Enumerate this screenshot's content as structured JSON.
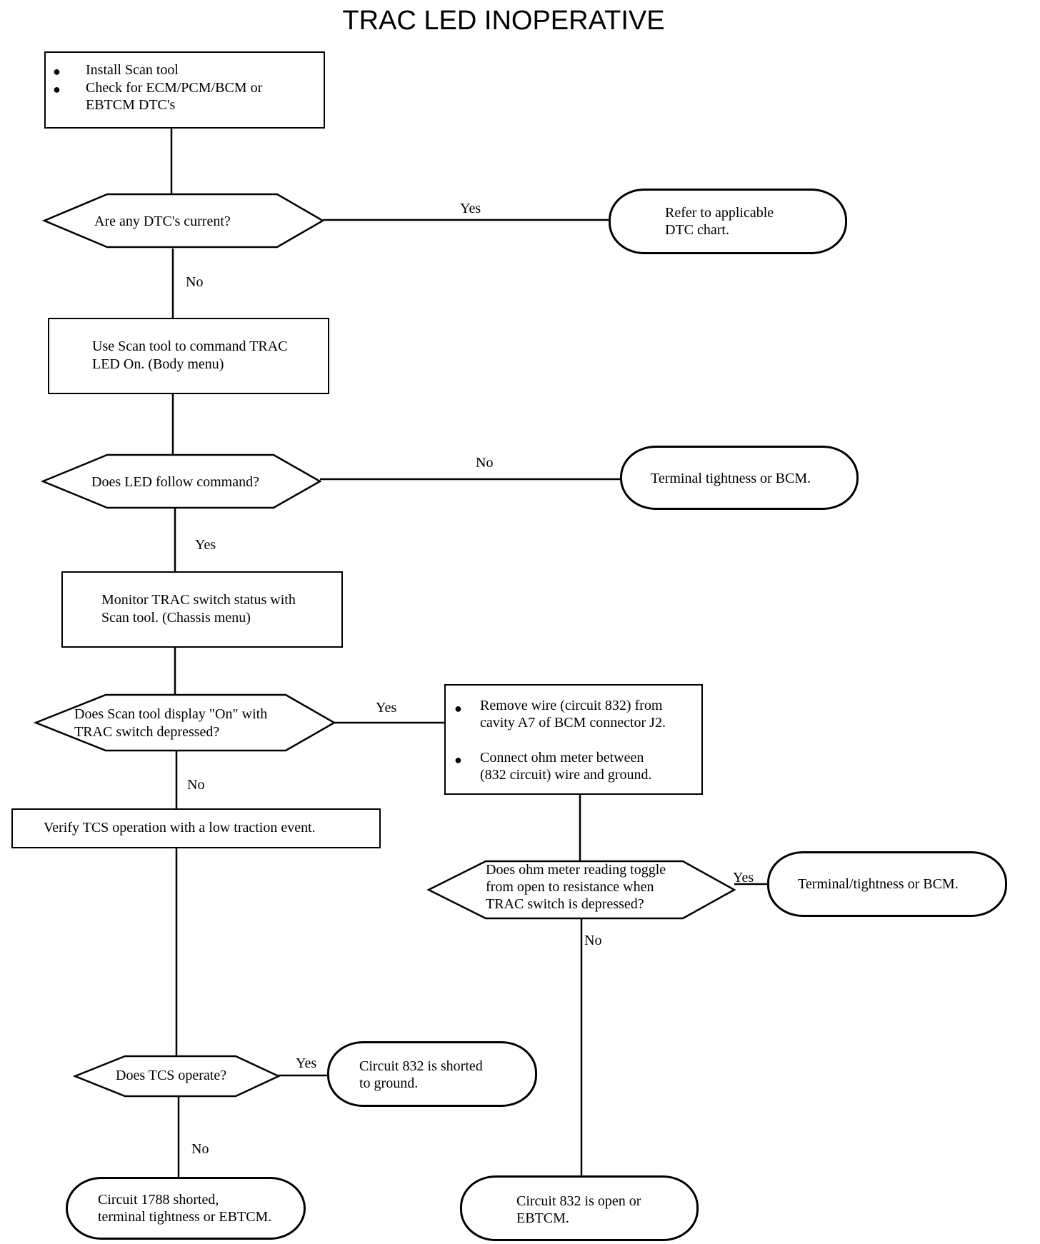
{
  "title": "TRAC LED INOPERATIVE",
  "nodes": {
    "start": {
      "items": [
        "Install Scan tool",
        "Check for ECM/PCM/BCM or",
        "EBTCM DTC's"
      ]
    },
    "q1": {
      "lines": [
        "Are any DTC's current?"
      ]
    },
    "r1": {
      "lines": [
        "Refer to applicable",
        "DTC chart."
      ]
    },
    "a1": {
      "lines": [
        "Use Scan tool to command TRAC",
        "LED On. (Body menu)"
      ]
    },
    "q2": {
      "lines": [
        "Does LED follow command?"
      ]
    },
    "r2": {
      "lines": [
        "Terminal tightness or BCM."
      ]
    },
    "a2": {
      "lines": [
        "Monitor TRAC switch status with",
        "Scan tool. (Chassis menu)"
      ]
    },
    "q3": {
      "lines": [
        "Does Scan tool display \"On\" with",
        "TRAC switch depressed?"
      ]
    },
    "a3": {
      "items": [
        "Remove wire (circuit 832) from",
        "cavity A7 of BCM connector J2.",
        "Connect ohm meter between",
        "(832 circuit) wire and ground."
      ]
    },
    "a4": {
      "lines": [
        "Verify TCS operation with a low traction event."
      ]
    },
    "q4": {
      "lines": [
        "Does ohm meter reading toggle",
        "from open to resistance when",
        "TRAC switch is depressed?"
      ]
    },
    "r4": {
      "lines": [
        "Terminal/tightness or BCM."
      ]
    },
    "q5": {
      "lines": [
        "Does TCS operate?"
      ]
    },
    "r5": {
      "lines": [
        "Circuit 832 is shorted",
        "to ground."
      ]
    },
    "r6": {
      "lines": [
        "Circuit 1788 shorted,",
        "terminal tightness or EBTCM."
      ]
    },
    "r7": {
      "lines": [
        "Circuit 832 is open or",
        "EBTCM."
      ]
    }
  },
  "edge_labels": {
    "q1_yes": "Yes",
    "q1_no": "No",
    "q2_no": "No",
    "q2_yes": "Yes",
    "q3_yes": "Yes",
    "q3_no": "No",
    "q4_yes": "Yes",
    "q4_no": "No",
    "q5_yes": "Yes",
    "q5_no": "No"
  }
}
